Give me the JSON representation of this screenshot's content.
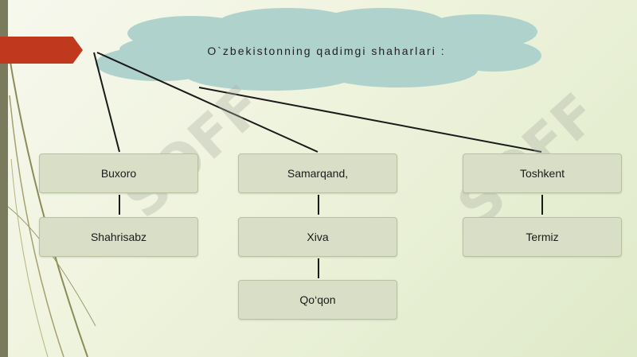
{
  "title": "O`zbekistonning qadimgi shaharlari :",
  "watermark": "SOFF",
  "nodes": {
    "buxoro": "Buxoro",
    "shahrisabz": "Shahrisabz",
    "samarqand": "Samarqand,",
    "xiva": "Xiva",
    "qoqon": "Qo‘qon",
    "toshkent": "Toshkent",
    "termiz": "Termiz"
  },
  "colors": {
    "accent_red": "#c0391f",
    "cloud": "#a9cfcb",
    "node_fill": "#d9dfc6",
    "watermark_green": "#9fd7a9"
  }
}
